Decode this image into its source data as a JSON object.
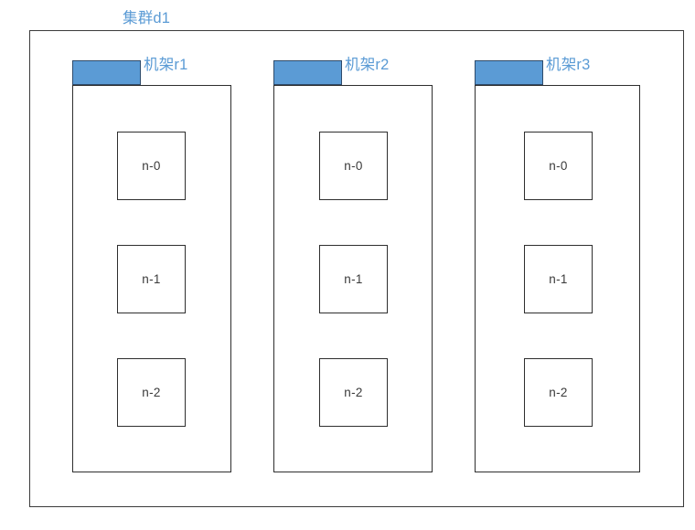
{
  "diagram": {
    "type": "cluster-rack-node-topology",
    "cluster": {
      "label": "集群d1",
      "label_color": "#5b9bd5",
      "border_color": "#3b3b3b"
    },
    "racks": [
      {
        "id": "r1",
        "label": "机架r1",
        "header_fill": "#5b9bd5",
        "header_border": "#2e4b6b",
        "nodes": [
          {
            "id": "r1-n0",
            "label": "n-0"
          },
          {
            "id": "r1-n1",
            "label": "n-1"
          },
          {
            "id": "r1-n2",
            "label": "n-2"
          }
        ]
      },
      {
        "id": "r2",
        "label": "机架r2",
        "header_fill": "#5b9bd5",
        "header_border": "#2e4b6b",
        "nodes": [
          {
            "id": "r2-n0",
            "label": "n-0"
          },
          {
            "id": "r2-n1",
            "label": "n-1"
          },
          {
            "id": "r2-n2",
            "label": "n-2"
          }
        ]
      },
      {
        "id": "r3",
        "label": "机架r3",
        "header_fill": "#5b9bd5",
        "header_border": "#2e4b6b",
        "nodes": [
          {
            "id": "r3-n0",
            "label": "n-0"
          },
          {
            "id": "r3-n1",
            "label": "n-1"
          },
          {
            "id": "r3-n2",
            "label": "n-2"
          }
        ]
      }
    ]
  }
}
